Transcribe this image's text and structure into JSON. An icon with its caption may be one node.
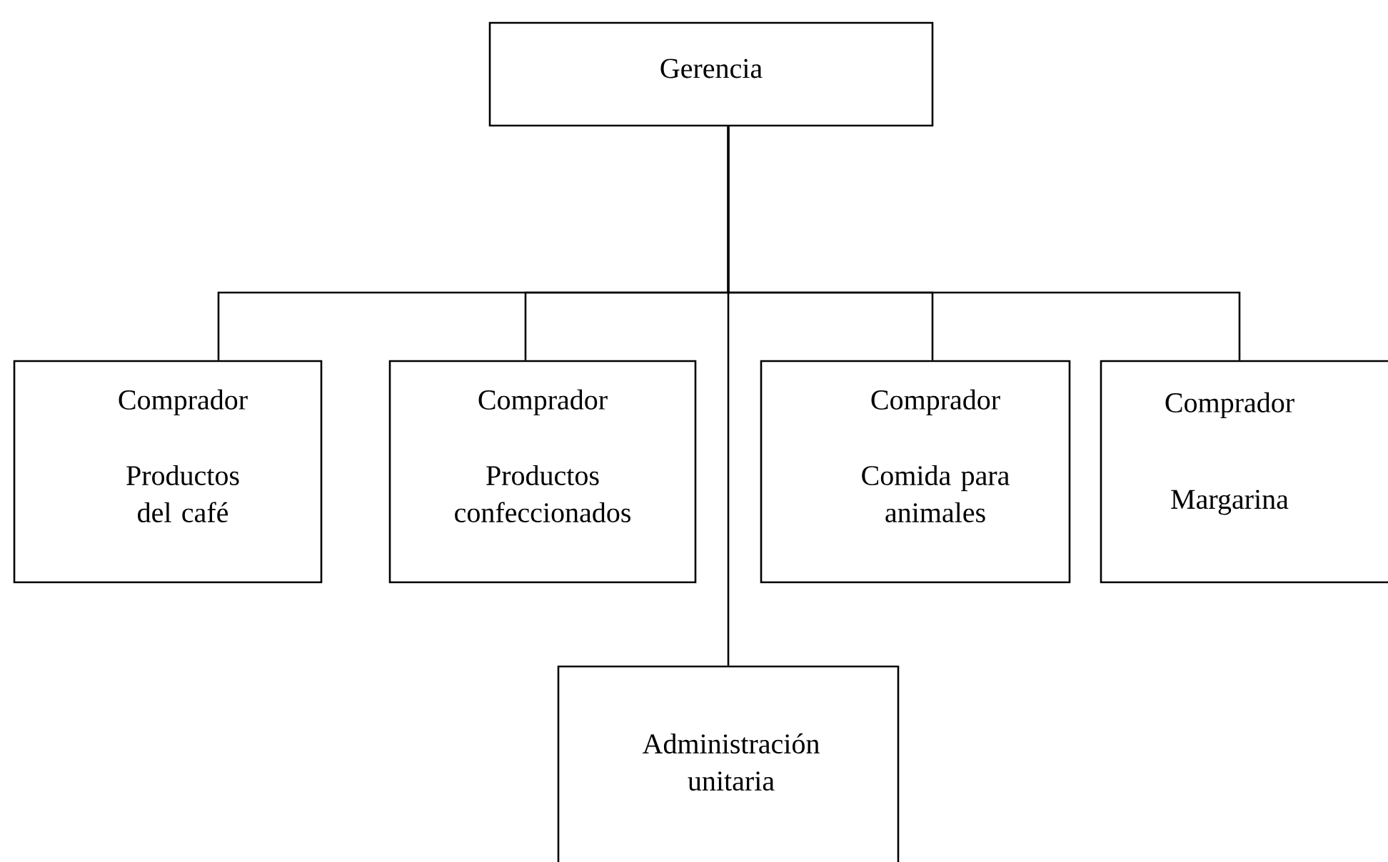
{
  "diagram": {
    "nodes": [
      {
        "text": [
          "Gerencia"
        ]
      },
      {
        "text": [
          "Comprador",
          "Productos del café"
        ]
      },
      {
        "text": [
          "Comprador",
          "Productos confeccionados"
        ]
      },
      {
        "text": [
          "Comprador",
          "Comida para animales"
        ]
      },
      {
        "text": [
          "Comprador",
          "Margarina"
        ]
      },
      {
        "text": [
          "Administración unitaria"
        ]
      }
    ],
    "edges": [
      {
        "from": 0,
        "to": 1,
        "arrow": "none"
      },
      {
        "from": 0,
        "to": 2,
        "arrow": "none"
      },
      {
        "from": 0,
        "to": 3,
        "arrow": "none"
      },
      {
        "from": 0,
        "to": 4,
        "arrow": "none"
      },
      {
        "from": 0,
        "to": 5,
        "arrow": "none"
      }
    ]
  }
}
